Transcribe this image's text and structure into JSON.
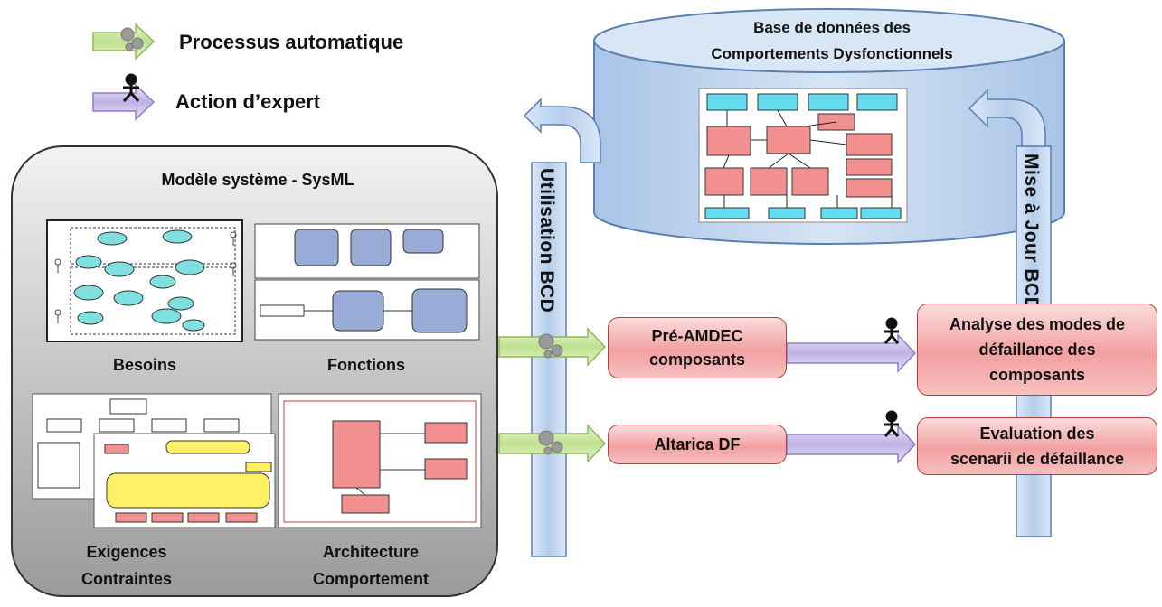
{
  "legend": {
    "auto_label": "Processus automatique",
    "expert_label": "Action d’expert",
    "auto_icon": "gears-icon",
    "expert_icon": "person-icon"
  },
  "database": {
    "title_line1": "Base de données des",
    "title_line2": "Comportements Dysfonctionnels"
  },
  "model": {
    "title": "Modèle système - SysML",
    "besoins": "Besoins",
    "fonctions": "Fonctions",
    "exigences_line1": "Exigences",
    "exigences_line2": "Contraintes",
    "architecture_line1": "Architecture",
    "architecture_line2": "Comportement"
  },
  "pillars": {
    "left": "Utilisation BCD",
    "right": "Mise à Jour BCD"
  },
  "process": {
    "pre_amdec_line1": "Pré-AMDEC",
    "pre_amdec_line2": "composants",
    "altarica": "Altarica DF",
    "analyse_line1": "Analyse des modes de",
    "analyse_line2": "défaillance des",
    "analyse_line3": "composants",
    "eval_line1": "Evaluation des",
    "eval_line2": "scenarii de défaillance"
  },
  "colors": {
    "green_arrow": "#c8e69b",
    "purple_arrow": "#c9bde6",
    "red_box": "#f2a0a0",
    "blue_pillar": "#c5d9f1",
    "db_fill": "#c5d9f1"
  }
}
